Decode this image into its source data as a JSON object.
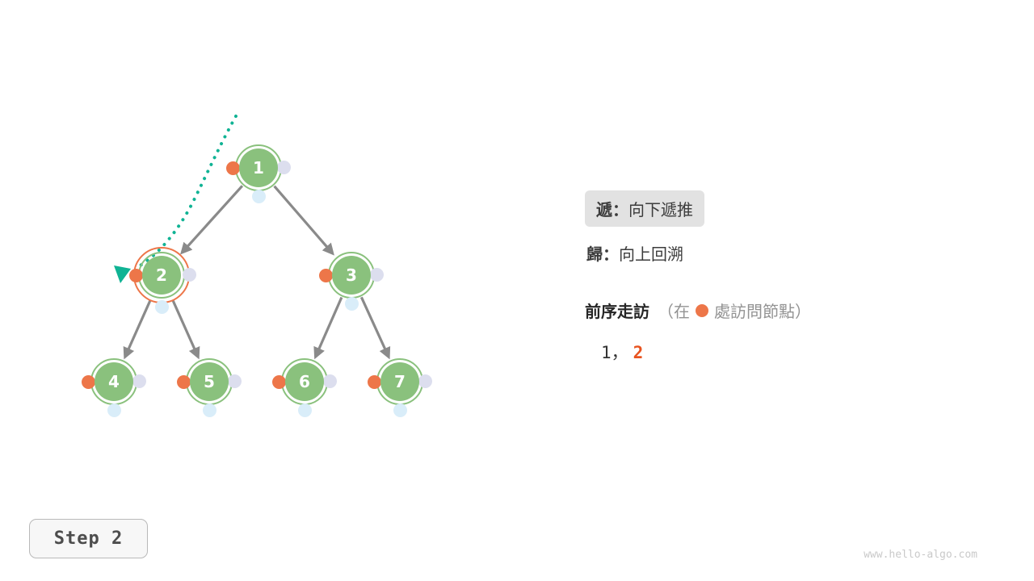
{
  "figure": {
    "recurse_badge": {
      "prefix": "遞：",
      "label": "向下遞推"
    },
    "return_line": {
      "prefix": "歸：",
      "label": "向上回溯"
    },
    "traversal_line": {
      "title": "前序走訪",
      "paren_open": "（在",
      "paren_close": "處訪問節點）"
    },
    "sequence": {
      "visited": "1，",
      "current": "2"
    }
  },
  "tree": {
    "nodes": [
      {
        "value": "1"
      },
      {
        "value": "2"
      },
      {
        "value": "3"
      },
      {
        "value": "4"
      },
      {
        "value": "5"
      },
      {
        "value": "6"
      },
      {
        "value": "7"
      }
    ],
    "current_node": "2"
  },
  "step_label": "Step 2",
  "watermark": "www.hello-algo.com",
  "colors": {
    "node_green": "#8ac17d",
    "visit_orange": "#ed7649",
    "current_orange": "#e8531f",
    "trace_teal": "#10b394",
    "arrow_gray": "#8a8a8a",
    "inorder_dot": "#dcdeee",
    "postorder_dot": "#d9edf9"
  }
}
